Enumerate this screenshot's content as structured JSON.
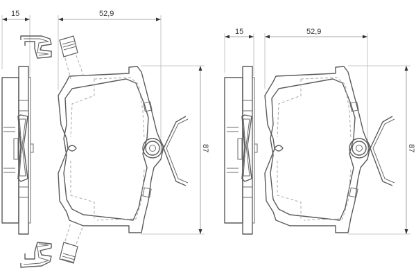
{
  "drawing": {
    "title": "Brake pad set technical drawing",
    "colors": {
      "line": "#5a5a5a",
      "hidden_line": "#a8a8a8",
      "dimension_text": "#333333",
      "background": "#ffffff"
    },
    "views": [
      {
        "id": "left",
        "components": [
          "side-view",
          "front-view-pad",
          "wear-indicator-spring",
          "retaining-clip-top",
          "retaining-clip-bottom",
          "sensor-top",
          "sensor-bottom"
        ],
        "dimensions": {
          "thickness": "15",
          "width": "52,9",
          "height": "87"
        }
      },
      {
        "id": "right",
        "components": [
          "side-view",
          "front-view-pad",
          "wear-indicator-spring"
        ],
        "dimensions": {
          "thickness": "15",
          "width": "52,9",
          "height": "87"
        }
      }
    ]
  }
}
